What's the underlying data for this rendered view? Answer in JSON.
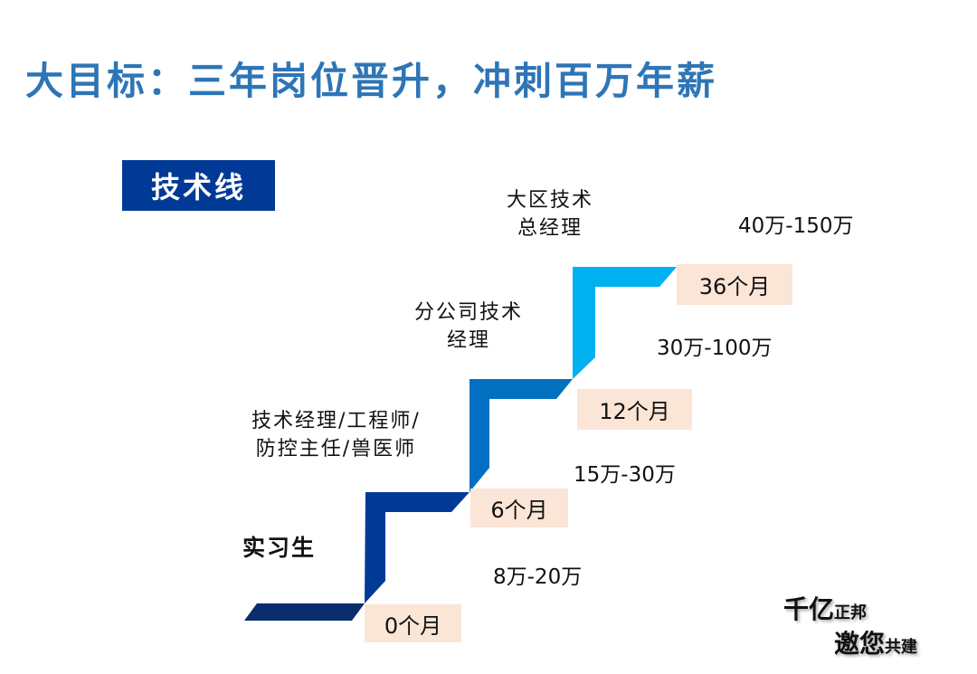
{
  "title": "大目标：三年岗位晋升，冲刺百万年薪",
  "track_label": "技术线",
  "stages": [
    {
      "role": [
        "实习生"
      ],
      "duration": "0个月",
      "salary": "8万-20万",
      "color": "#0a2d6e",
      "riser_color": "#003a96"
    },
    {
      "role": [
        "技术经理/工程师/",
        "防控主任/兽医师"
      ],
      "duration": "6个月",
      "salary": "15万-30万",
      "color": "#0070c0"
    },
    {
      "role": [
        "分公司技术",
        "经理"
      ],
      "duration": "12个月",
      "salary": "30万-100万",
      "color": "#00b0f0"
    },
    {
      "role": [
        "大区技术",
        "总经理"
      ],
      "duration": "36个月",
      "salary": "40万-150万"
    }
  ],
  "logo": {
    "line1_big": "千亿",
    "line1_small": "正邦",
    "line2_big": "邀您",
    "line2_small": "共建"
  },
  "colors": {
    "title": "#2e75b6",
    "badge": "#003a96",
    "duration_box": "#fbe5d6"
  }
}
